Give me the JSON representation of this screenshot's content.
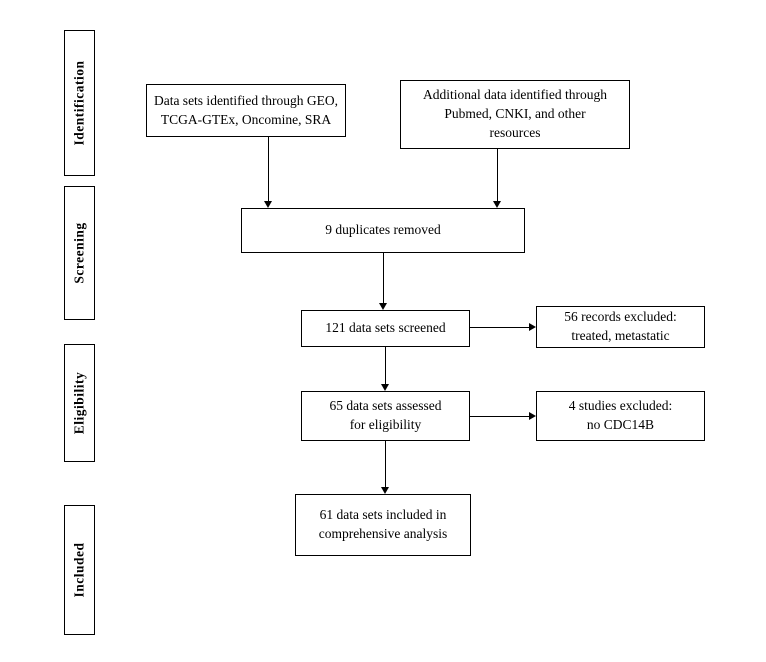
{
  "colors": {
    "border": "#000000",
    "background": "#ffffff",
    "text": "#000000"
  },
  "stages": [
    {
      "label": "Identification"
    },
    {
      "label": "Screening"
    },
    {
      "label": "Eligibility"
    },
    {
      "label": "Included"
    }
  ],
  "boxes": {
    "source_primary": {
      "lines": [
        "Data sets identified through GEO,",
        "TCGA-GTEx, Oncomine, SRA"
      ]
    },
    "source_additional": {
      "lines": [
        "Additional data identified through",
        "Pubmed, CNKI, and other",
        "resources"
      ]
    },
    "duplicates": {
      "lines": [
        "9 duplicates removed"
      ]
    },
    "screened": {
      "lines": [
        "121 data sets screened"
      ]
    },
    "records_excluded": {
      "lines": [
        "56 records excluded:",
        "treated, metastatic"
      ]
    },
    "assessed": {
      "lines": [
        "65 data sets assessed",
        "for eligibility"
      ]
    },
    "studies_excluded": {
      "lines": [
        "4 studies excluded:",
        "no CDC14B"
      ]
    },
    "included": {
      "lines": [
        "61 data sets included in",
        "comprehensive analysis"
      ]
    }
  }
}
